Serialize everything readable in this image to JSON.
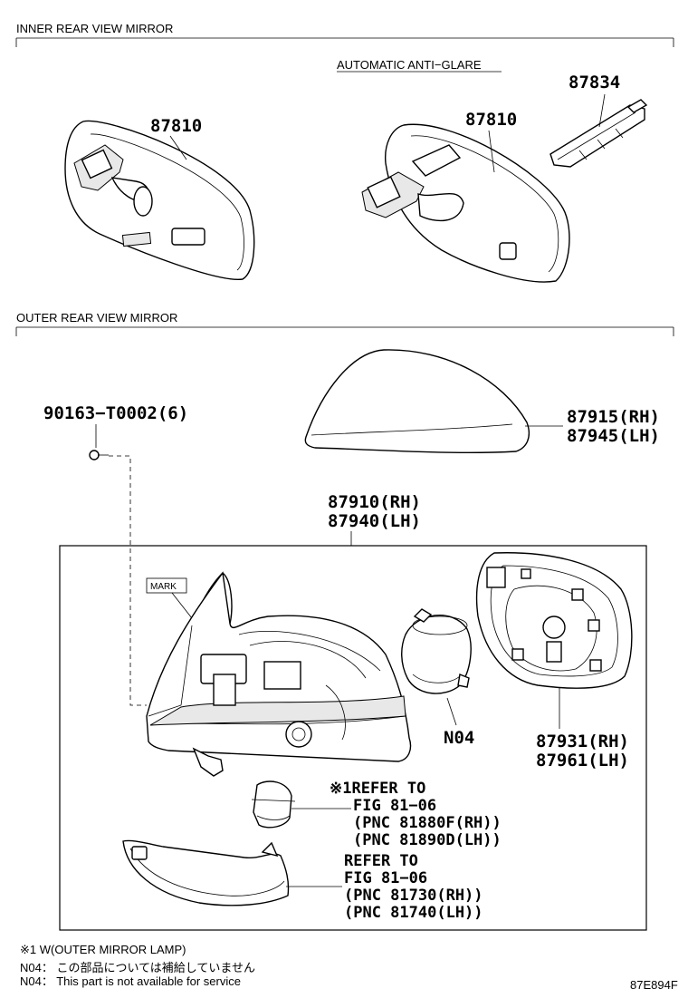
{
  "sections": {
    "inner": "INNER REAR VIEW MIRROR",
    "outer": "OUTER REAR VIEW MIRROR"
  },
  "subheading": "AUTOMATIC ANTI−GLARE",
  "parts": {
    "inner_mirror_std": "87810",
    "inner_mirror_auto": "87810",
    "inner_cover": "87834",
    "screw": "90163−T0002(6)",
    "cover_rh": "87915(RH)",
    "cover_lh": "87945(LH)",
    "assy_rh": "87910(RH)",
    "assy_lh": "87940(LH)",
    "motor": "N04",
    "glass_rh": "87931(RH)",
    "glass_lh": "87961(LH)"
  },
  "mark_label": "MARK",
  "refer1": [
    "※1REFER TO",
    "FIG 81−06",
    "(PNC 81880F(RH))",
    "(PNC 81890D(LH))"
  ],
  "refer2": [
    "REFER TO",
    "FIG 81−06",
    "(PNC 81730(RH))",
    "(PNC 81740(LH))"
  ],
  "notes": [
    "※1 W(OUTER MIRROR LAMP)",
    "N04： この部品については補給していません",
    "N04： This part is not available for service"
  ],
  "figure_code": "87E894F"
}
